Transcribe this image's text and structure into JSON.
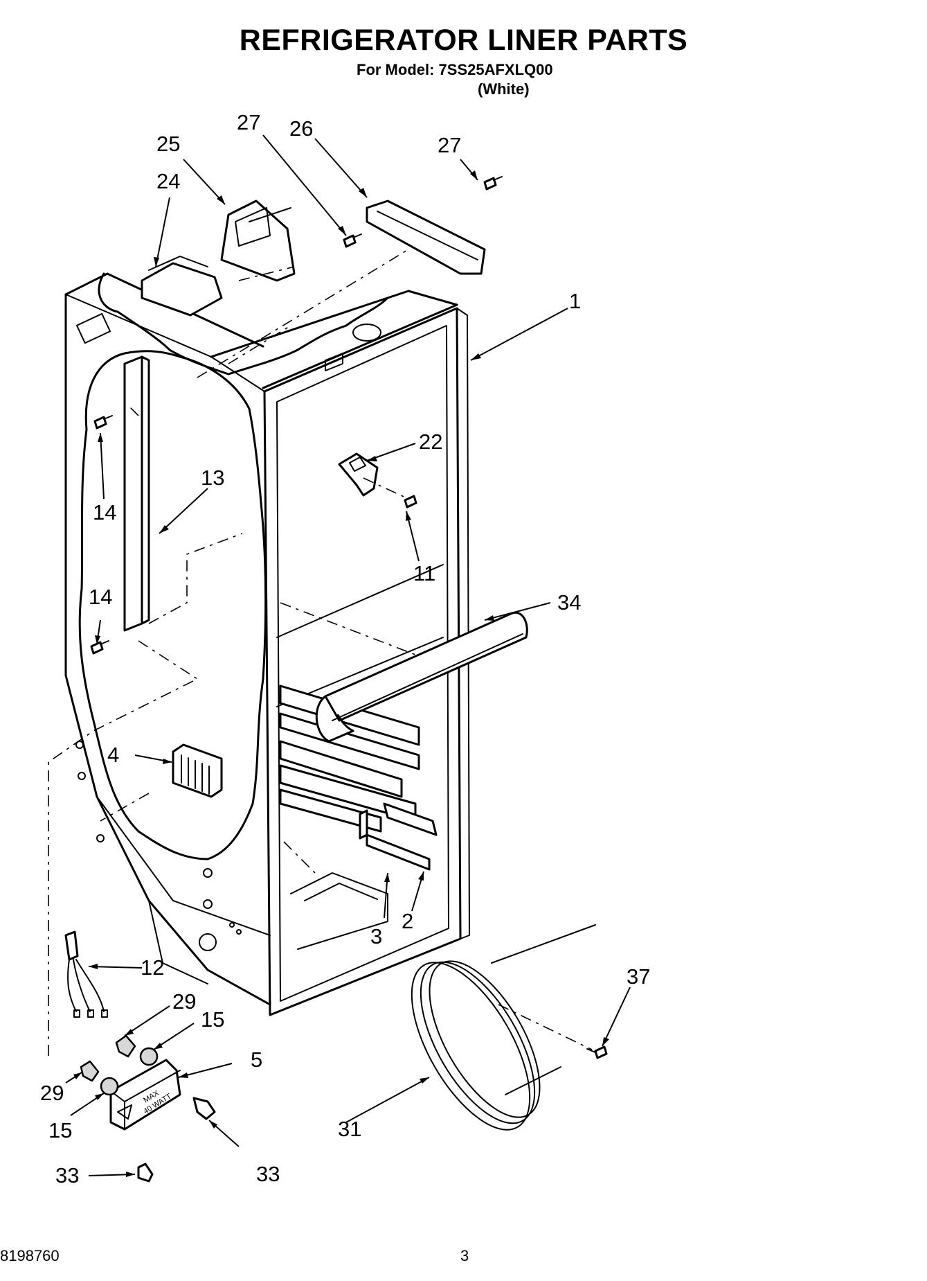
{
  "header": {
    "title": "REFRIGERATOR LINER PARTS",
    "model_line": "For Model: 7SS25AFXLQ00",
    "color_line": "(White)"
  },
  "footer": {
    "doc_number": "8198760",
    "page_number": "3"
  },
  "callouts": [
    {
      "id": "c27a",
      "label": "27"
    },
    {
      "id": "c26",
      "label": "26"
    },
    {
      "id": "c27b",
      "label": "27"
    },
    {
      "id": "c25",
      "label": "25"
    },
    {
      "id": "c24",
      "label": "24"
    },
    {
      "id": "c1",
      "label": "1"
    },
    {
      "id": "c22",
      "label": "22"
    },
    {
      "id": "c13",
      "label": "13"
    },
    {
      "id": "c14a",
      "label": "14"
    },
    {
      "id": "c11",
      "label": "11"
    },
    {
      "id": "c14b",
      "label": "14"
    },
    {
      "id": "c34",
      "label": "34"
    },
    {
      "id": "c4",
      "label": "4"
    },
    {
      "id": "c3",
      "label": "3"
    },
    {
      "id": "c2",
      "label": "2"
    },
    {
      "id": "c12",
      "label": "12"
    },
    {
      "id": "c37",
      "label": "37"
    },
    {
      "id": "c29a",
      "label": "29"
    },
    {
      "id": "c15a",
      "label": "15"
    },
    {
      "id": "c5",
      "label": "5"
    },
    {
      "id": "c29b",
      "label": "29"
    },
    {
      "id": "c31",
      "label": "31"
    },
    {
      "id": "c15b",
      "label": "15"
    },
    {
      "id": "c33a",
      "label": "33"
    },
    {
      "id": "c33b",
      "label": "33"
    }
  ],
  "lamp_housing_text": {
    "line1": "MAX",
    "line2": "40 WATT"
  }
}
